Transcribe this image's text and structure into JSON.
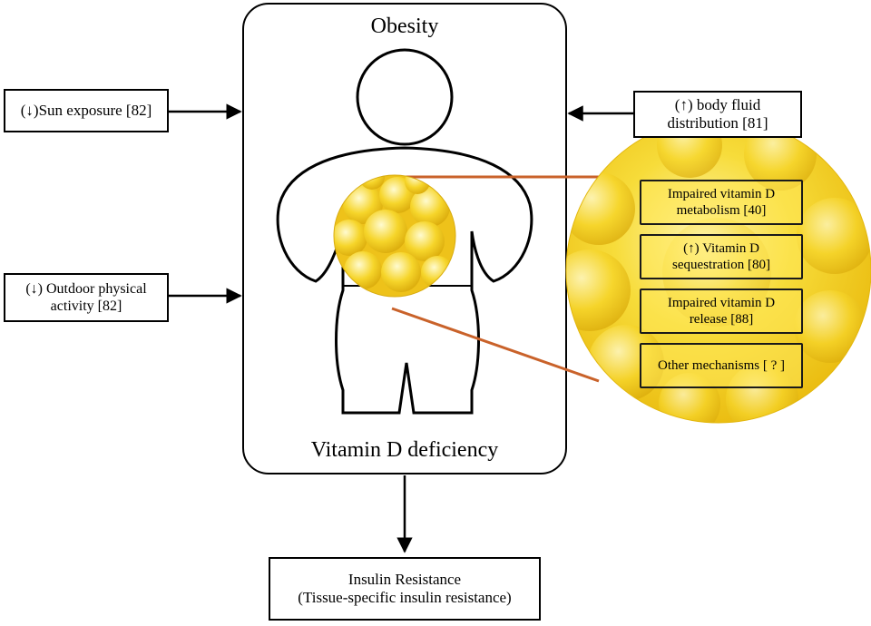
{
  "diagram": {
    "main_box": {
      "title": "Obesity",
      "caption": "Vitamin D deficiency"
    },
    "left_factors": [
      {
        "line1": "(↓)Sun exposure [82]"
      },
      {
        "line1": "(↓) Outdoor physical",
        "line2": "activity [82]"
      }
    ],
    "right_factor": {
      "line1": "(↑) body fluid",
      "line2": "distribution [81]"
    },
    "mechanisms": [
      {
        "line1": "Impaired vitamin D",
        "line2": "metabolism [40]"
      },
      {
        "line1": "(↑)  Vitamin D",
        "line2": "sequestration [80]"
      },
      {
        "line1": "Impaired vitamin D",
        "line2": "release [88]"
      },
      {
        "line1": "Other mechanisms [ ? ]"
      }
    ],
    "outcome": {
      "line1": "Insulin Resistance",
      "line2": "(Tissue-specific insulin resistance)"
    },
    "colors": {
      "connector": "#c9622a",
      "fat_tissue": "#f5d31c",
      "fat_highlight": "#fff3a0",
      "outline": "#000000"
    }
  }
}
